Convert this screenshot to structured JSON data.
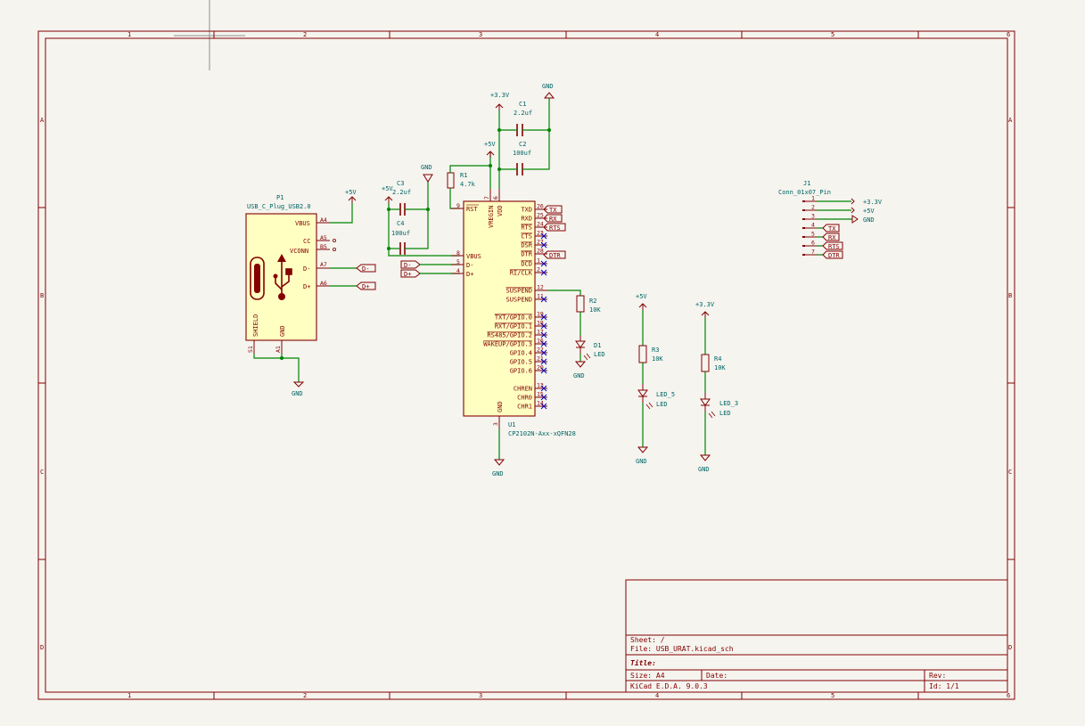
{
  "sheet": {
    "col_labels": [
      "1",
      "2",
      "3",
      "4",
      "5",
      "6"
    ],
    "row_labels": [
      "A",
      "B",
      "C",
      "D"
    ]
  },
  "title_block": {
    "sheet_label": "Sheet: /",
    "file_label": "File: USB_URAT.kicad_sch",
    "title_label": "Title:",
    "size_label": "Size: A4",
    "date_label": "Date:",
    "rev_label": "Rev:",
    "app_label": "KiCad E.D.A. 9.0.3",
    "id_label": "Id: 1/1"
  },
  "components": {
    "p1": {
      "ref": "P1",
      "value": "USB_C_Plug_USB2.0",
      "pins": {
        "vbus": "VBUS",
        "cc": "CC",
        "vconn": "VCONN",
        "dm": "D-",
        "dp": "D+",
        "shield": "SHIELD",
        "gnd": "GND"
      },
      "nums": {
        "a4": "A4",
        "a5": "A5",
        "b5": "B5",
        "a7": "A7",
        "a6": "A6",
        "s1": "S1",
        "a1": "A1"
      }
    },
    "u1": {
      "ref": "U1",
      "value": "CP2102N-Axx-xQFN28",
      "left_pins": {
        "rst": "RST",
        "vbus": "VBUS",
        "dm": "D-",
        "dp": "D+"
      },
      "left_nums": {
        "rst": "9",
        "vbus": "8",
        "dm": "5",
        "dp": "4"
      },
      "top_pins": {
        "vregin": "VREGIN",
        "vdd": "VDD"
      },
      "top_nums": {
        "vregin": "7",
        "vdd": "6"
      },
      "bottom_pin": "GND",
      "bottom_num": "3",
      "right_pins": [
        "TXD",
        "RXD",
        "RTS",
        "CTS",
        "DSR",
        "DTR",
        "DCD",
        "RI/CLK",
        "SUSPEND",
        "SUSPEND",
        "TXT/GPIO.0",
        "RXT/GPIO.1",
        "RS485/GPIO.2",
        "WAKEUP/GPIO.3",
        "GPIO.4",
        "GPIO.5",
        "GPIO.6",
        "CHREN",
        "CHR0",
        "CHR1"
      ],
      "right_nums": [
        "26",
        "25",
        "24",
        "23",
        "27",
        "28",
        "1",
        "2",
        "12",
        "11",
        "19",
        "18",
        "17",
        "16",
        "22",
        "21",
        "20",
        "13",
        "15",
        "14"
      ]
    },
    "c1": {
      "ref": "C1",
      "value": "2.2uf"
    },
    "c2": {
      "ref": "C2",
      "value": "100uf"
    },
    "c3": {
      "ref": "C3",
      "value": "2.2uf"
    },
    "c4": {
      "ref": "C4",
      "value": "100uf"
    },
    "r1": {
      "ref": "R1",
      "value": "4.7k"
    },
    "r2": {
      "ref": "R2",
      "value": "10K"
    },
    "r3": {
      "ref": "R3",
      "value": "10K"
    },
    "r4": {
      "ref": "R4",
      "value": "10K"
    },
    "d1": {
      "ref": "D1",
      "value": "LED"
    },
    "led5": {
      "ref": "LED_5",
      "value": "LED"
    },
    "led3": {
      "ref": "LED_3",
      "value": "LED"
    },
    "j1": {
      "ref": "J1",
      "value": "Conn_01x07_Pin",
      "nums": [
        "1",
        "2",
        "3",
        "4",
        "5",
        "6",
        "7"
      ],
      "nets": [
        "+3.3V",
        "+5V",
        "GND"
      ]
    }
  },
  "power": {
    "v5": "+5V",
    "v33": "+3.3V",
    "gnd": "GND"
  },
  "labels": {
    "tx": "TX",
    "rx": "RX",
    "rts": "RTS",
    "dtr": "DTR",
    "dm": "D-",
    "dp": "D+"
  },
  "colors": {
    "wire": "#008400",
    "body": "#840000",
    "fill": "#ffffc2",
    "text": "#006464",
    "nc": "#0000c8",
    "background": "#f5f4ef"
  }
}
